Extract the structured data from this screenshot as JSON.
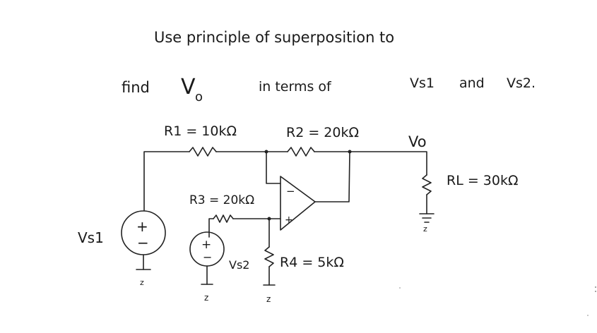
{
  "problem": {
    "line1": "Use principle of superposition to",
    "line2_find": "find",
    "line2_vo_letter": "V",
    "line2_vo_sub": "o",
    "line2_mid": "in terms of",
    "line2_vs1": "Vs1",
    "line2_and": "and",
    "line2_vs2": "Vs2."
  },
  "components": {
    "r1": "R1 = 10kΩ",
    "r2": "R2 = 20kΩ",
    "r3": "R3 = 20kΩ",
    "r4": "R4 = 5kΩ",
    "rl": "RL = 30kΩ",
    "vo": "Vo",
    "vs1": "Vs1",
    "vs2": "Vs2"
  },
  "symbols": {
    "plus": "+",
    "minus": "−",
    "ground_mark": "z"
  }
}
